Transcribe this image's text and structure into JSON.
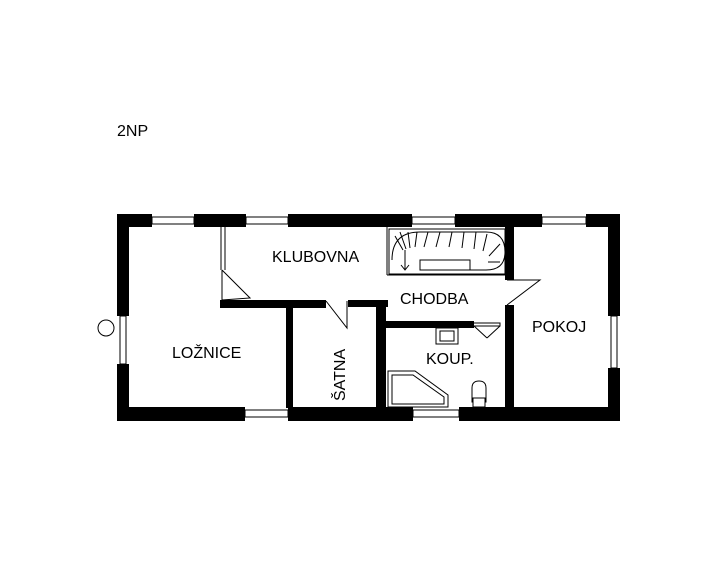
{
  "floor_label": "2NP",
  "rooms": {
    "bedroom": "LOŽNICE",
    "clubroom": "KLUBOVNA",
    "corridor": "CHODBA",
    "wardrobe": "ŠATNA",
    "bathroom": "KOUP.",
    "room": "POKOJ"
  }
}
